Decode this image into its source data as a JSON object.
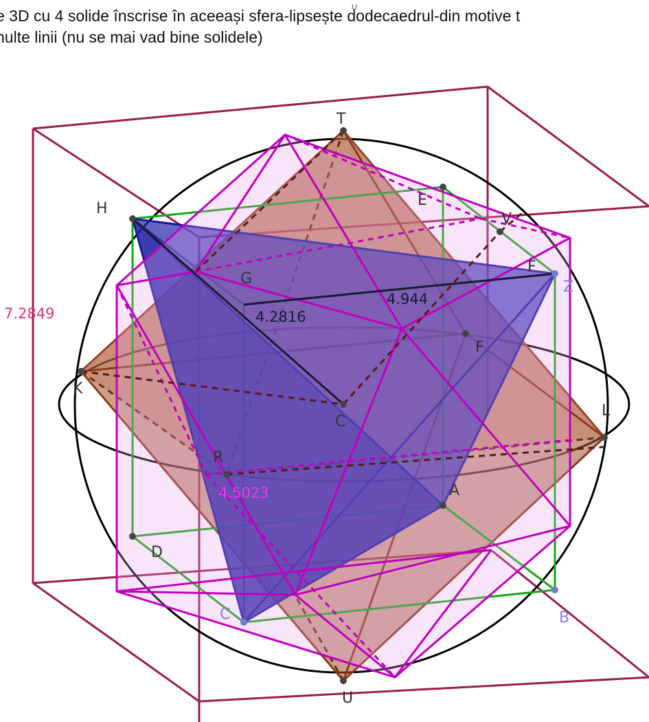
{
  "caption": {
    "line1": "e 3D cu 4 solide înscrise în aceeași sfera-lipsește dodecaedrul-din motive t",
    "line2": "nulte linii (nu se mai vad bine solidele)",
    "overlay_label": "U"
  },
  "point_labels": {
    "T": "T",
    "H": "H",
    "E": "E",
    "V": "V",
    "G": "G",
    "Z": "Z",
    "F": "F",
    "K": "K",
    "C": "C",
    "L": "L",
    "R": "R",
    "A": "A",
    "D": "D",
    "C_low": "C",
    "B": "B",
    "U": "U"
  },
  "measurements": {
    "cube_diagonal": "7.2849",
    "edge_gz": "4.944",
    "edge_gc": "4.2816",
    "edge_r": "4.5023"
  },
  "colors": {
    "outer_cube": "#9b1c4f",
    "sphere": "#000000",
    "tetrahedron": "#2222bb",
    "octahedron": "#a0522d",
    "icosahedron": "#c000c0",
    "inner_cube": "#11aa11",
    "measure_pink": "#e0307a",
    "measure_magenta": "#e040e0",
    "label_blue": "#8080e0"
  }
}
